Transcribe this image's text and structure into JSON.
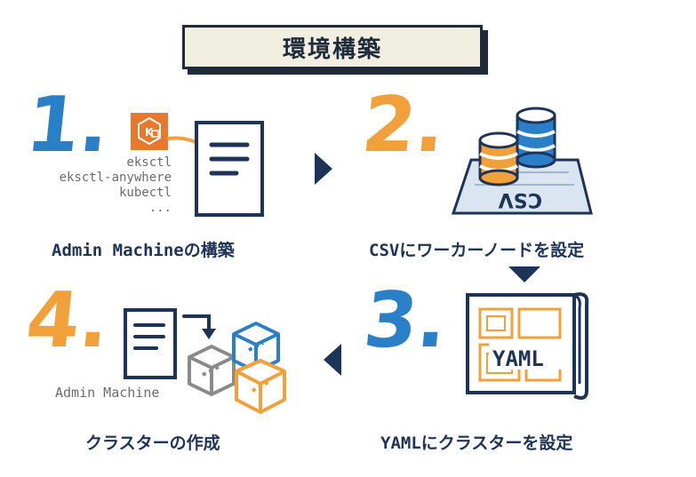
{
  "title": "環境構築",
  "steps": [
    {
      "number": "1.",
      "caption": "Admin Machineの構築",
      "color": "#2a7fc9"
    },
    {
      "number": "2.",
      "caption": "CSVにワーカーノードを設定",
      "color": "#f2a03a"
    },
    {
      "number": "3.",
      "caption": "YAMLにクラスターを設定",
      "color": "#2a7fc9"
    },
    {
      "number": "4.",
      "caption": "クラスターの作成",
      "color": "#f2a03a"
    }
  ],
  "step1": {
    "tools": [
      "eksctl",
      "eksctl-anywhere",
      "kubectl",
      "..."
    ]
  },
  "step2": {
    "sheet_label": "CSV"
  },
  "step3": {
    "sheet_label": "YAML"
  },
  "step4": {
    "admin_label": "Admin Machine"
  },
  "colors": {
    "navy": "#1e3358",
    "orange": "#f2a03a",
    "blue": "#2a7fc9",
    "gray": "#8a8a8a"
  }
}
